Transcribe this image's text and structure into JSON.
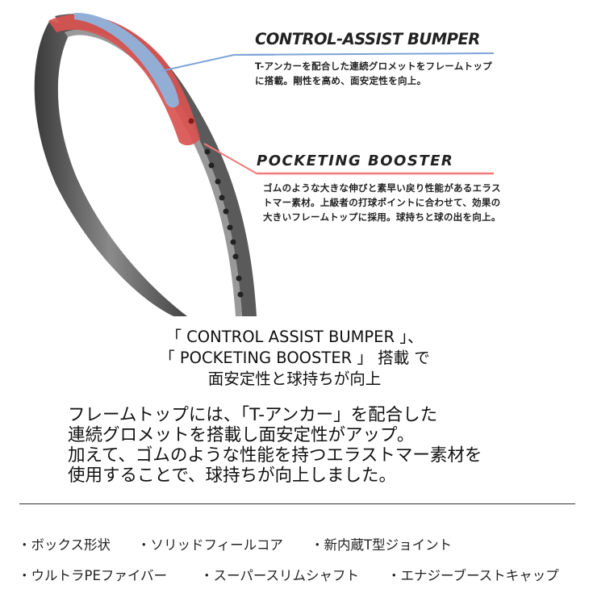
{
  "callouts": {
    "control_assist_bumper": {
      "title": "CONTROL-ASSIST BUMPER",
      "lines": [
        "T-アンカーを配合した連続グロメットをフレームトップ",
        "に搭載。剛性を高め、面安定性を向上。"
      ],
      "line_color": "#7da3d6"
    },
    "pocketing_booster": {
      "title": "POCKETING BOOSTER",
      "lines": [
        "ゴムのような大きな伸びと素早い戻り性能があるエラス",
        "トマー素材。上級者の打球ポイントに合わせて、効果の",
        "大きいフレームトップに採用。球持ちと球の出を向上。"
      ],
      "line_color": "#f07a78"
    }
  },
  "headline": {
    "lines": [
      "「 CONTROL ASSIST BUMPER 」、",
      "「 POCKETING BOOSTER 」 搭載 で",
      "面安定性と球持ちが向上"
    ]
  },
  "body": {
    "lines": [
      "フレームトップには、「T-アンカー」を配合した",
      "連続グロメットを搭載し面安定性がアップ。",
      "加えて、ゴムのような性能を持つエラストマー素材を",
      "使用することで、球持ちが向上しました。"
    ]
  },
  "features": {
    "row1": [
      "・ボックス形状",
      "・ソリッドフィールコア",
      "・新内蔵T型ジョイント"
    ],
    "row2": [
      "・ウルトラPEファイバー",
      "・スーパースリムシャフト",
      "・エナジーブーストキャップ"
    ]
  },
  "colors": {
    "bumper_red": "#d9534f",
    "bumper_blue": "#8fb3dc",
    "frame_gray": "#555555"
  }
}
